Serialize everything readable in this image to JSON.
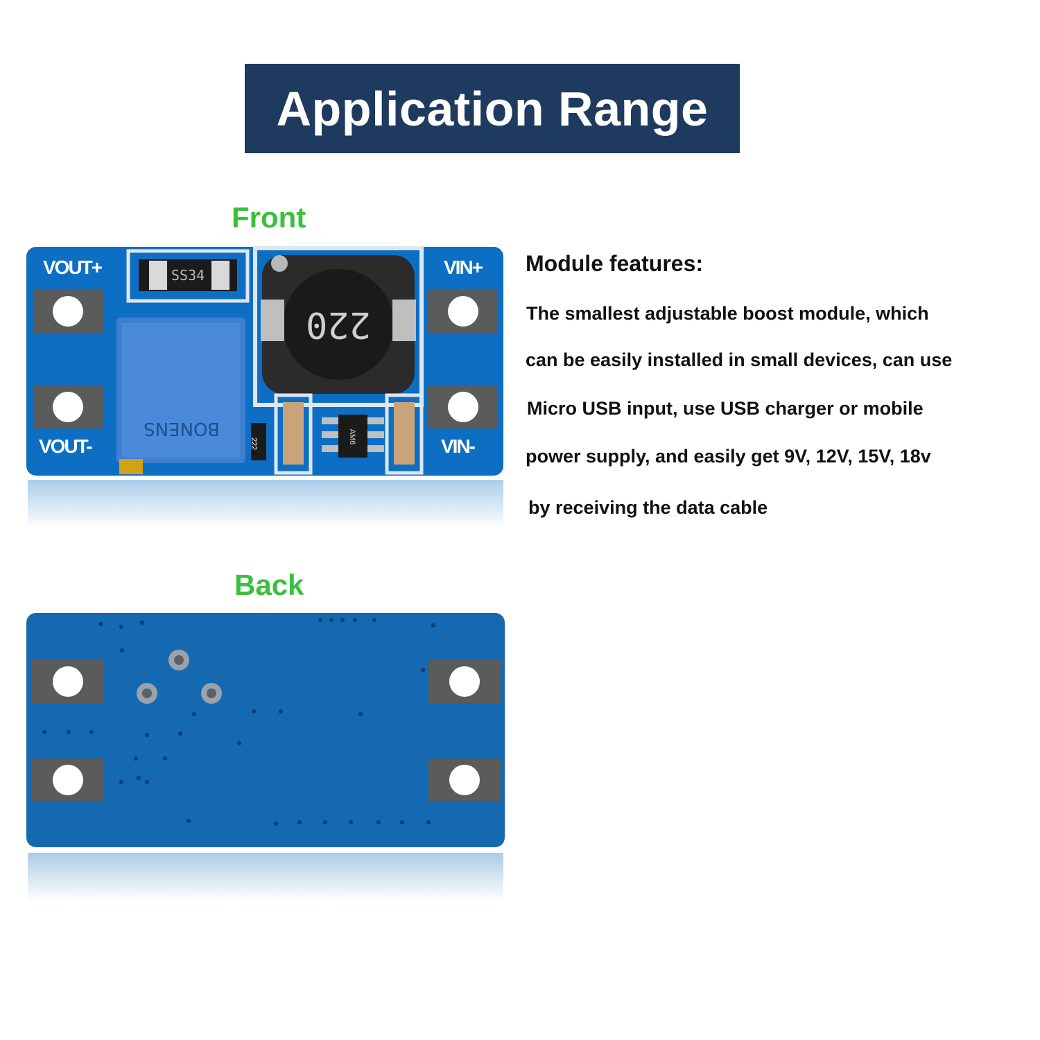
{
  "banner": {
    "title": "Application Range"
  },
  "front": {
    "label": "Front",
    "silkscreen": {
      "vout_plus": "VOUT+",
      "vout_minus": "VOUT-",
      "vin_plus": "VIN+",
      "vin_minus": "VIN-",
      "diode": "SS34",
      "inductor": "220",
      "resistor": "222",
      "ic": "AM6"
    }
  },
  "back": {
    "label": "Back"
  },
  "features": {
    "title": "Module features:",
    "lines": [
      "The smallest adjustable boost module, which",
      "can be easily installed in small devices, can use",
      "Micro USB input, use USB charger or mobile",
      "power supply, and easily get 9V, 12V, 15V, 18v",
      "by receiving the data cable"
    ]
  },
  "colors": {
    "banner_bg": "#1e3a5f",
    "label_green": "#3bbf3f",
    "pcb_front": "#0d6fc4",
    "pcb_back": "#1569b0"
  }
}
